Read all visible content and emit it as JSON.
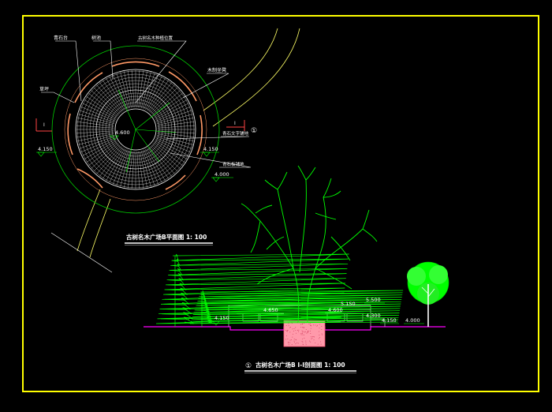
{
  "colors": {
    "background": "#000000",
    "frame": "#ffff00",
    "text": "#ffffff",
    "dimension": "#00ff00",
    "paving": "#ffffff",
    "seat": "#ff9966",
    "path": "#ffff66",
    "tree": "#00ff00",
    "ground": "#ff00ff",
    "pit": "#ff99aa",
    "marker": "#ff4444",
    "structure": "#cccccc"
  },
  "plan": {
    "labels": {
      "grass_top": "青石台",
      "seat": "树池",
      "tree_position": "古树名木种植位置",
      "wood_seat": "木制坐凳",
      "lawn": "草坪",
      "stone_paving": "青石文字铺地",
      "bluestone_paving": "青石板铺地"
    },
    "elevations": {
      "center": "4.600",
      "left": "4.150",
      "right": "4.150",
      "bottom": "4.000"
    },
    "section_mark_left": "I",
    "section_mark_right": "I",
    "section_circle": "①",
    "title": "古树名木广场B平面图 1: 100"
  },
  "section": {
    "elevations": {
      "left_ground": "4.150",
      "platform": "4.650",
      "r1": "5.150",
      "r2": "5.500",
      "r3": "4.600",
      "r4": "4.300",
      "r5": "4.150",
      "r6": "4.000"
    },
    "title_circle": "①",
    "title": "古树名木广场B I-I剖面图 1: 100"
  }
}
